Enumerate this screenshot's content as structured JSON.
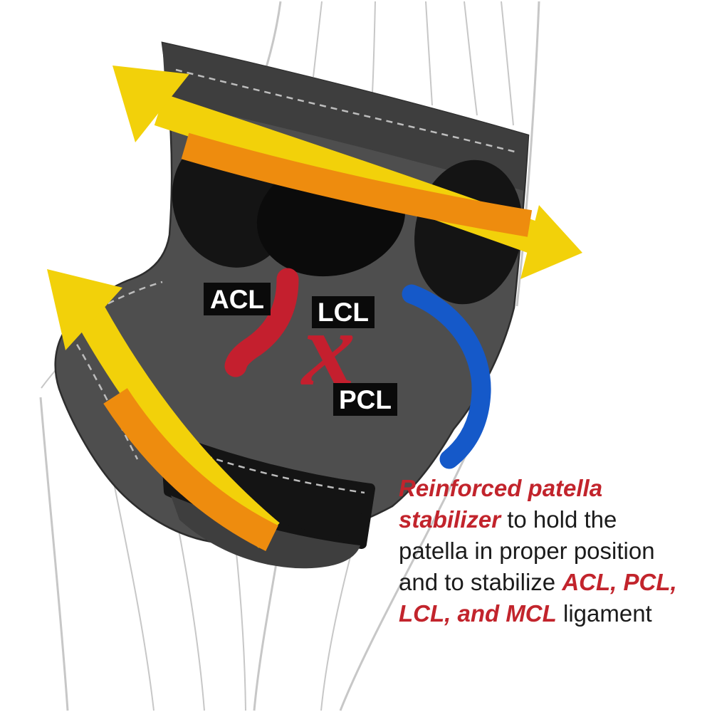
{
  "labels": {
    "acl": "ACL",
    "lcl": "LCL",
    "pcl": "PCL",
    "x_mark": "x"
  },
  "caption": {
    "line1_em": "Reinforced patella",
    "line2_em": "stabilizer",
    "line2_plain": " to hold the",
    "line3_plain": "patella in proper position",
    "line4_plain": "and to stabilize ",
    "line4_em": "ACL, PCL,",
    "line5_em": "LCL, and MCL",
    "line5_plain": " ligament"
  },
  "colors": {
    "arrow_yellow": "#f2d10a",
    "arrow_orange": "#ee8c0e",
    "ligament_red": "#c41f2e",
    "support_blue": "#1559c9",
    "emphasis_red": "#c2242c"
  }
}
